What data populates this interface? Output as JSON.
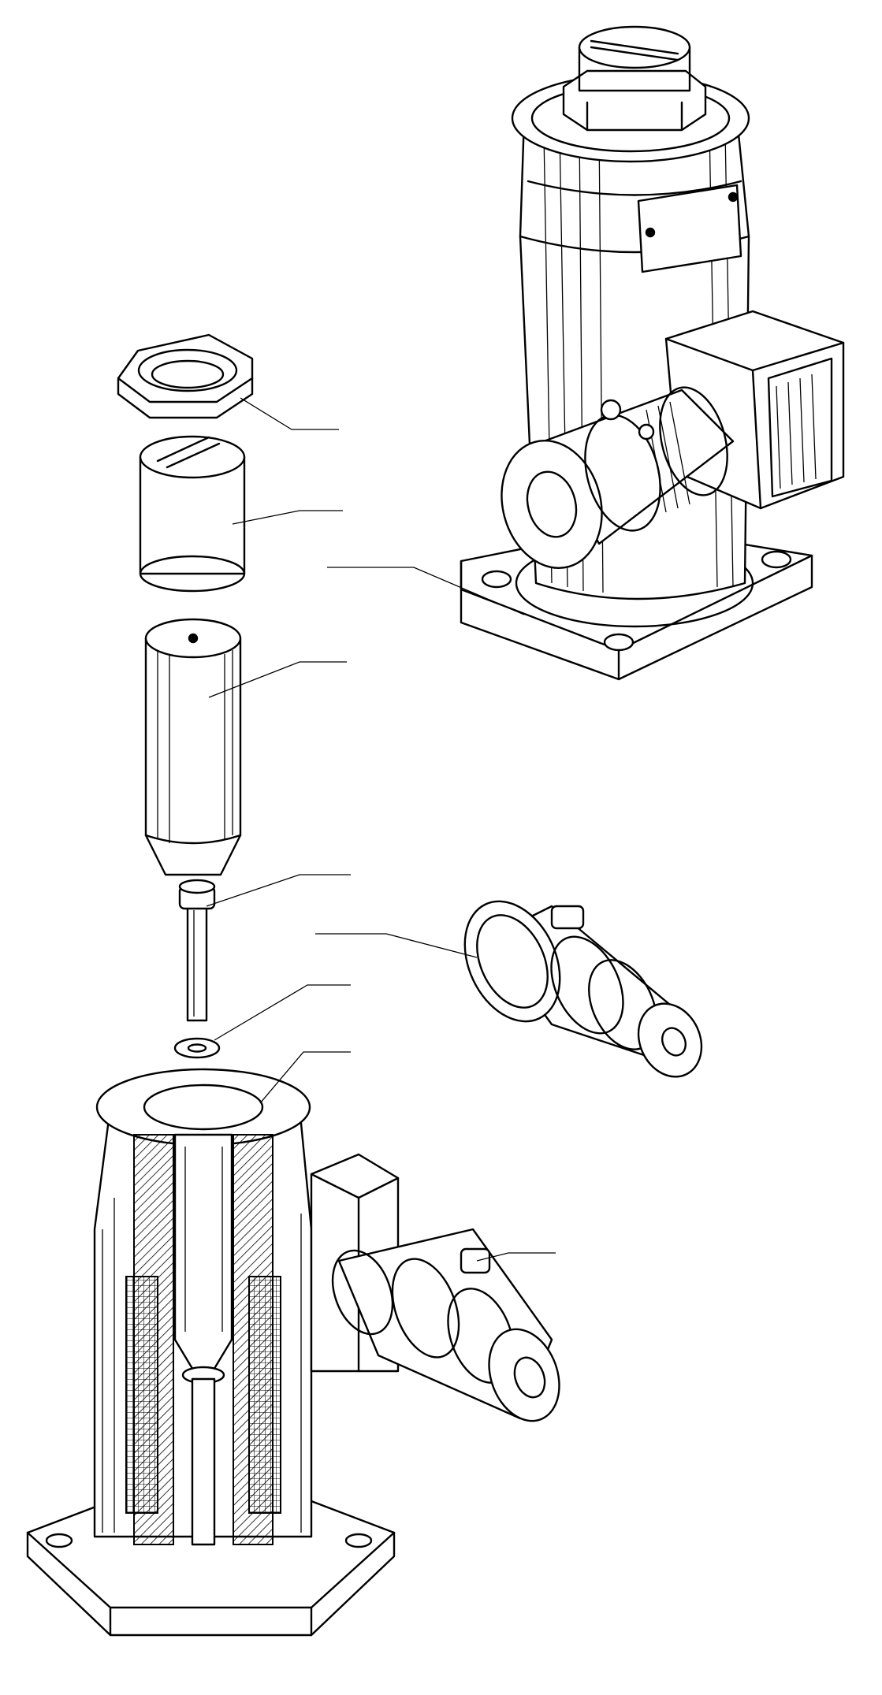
{
  "figure": {
    "ink_color": "#000000",
    "paper_color": "#ffffff",
    "callouts": [
      {
        "id": "lock-nut"
      },
      {
        "id": "adjusting-screw"
      },
      {
        "id": "assembled-housing"
      },
      {
        "id": "plunger"
      },
      {
        "id": "pin"
      },
      {
        "id": "connector-plug"
      },
      {
        "id": "washer"
      },
      {
        "id": "housing-section"
      },
      {
        "id": "side-connector"
      }
    ]
  }
}
